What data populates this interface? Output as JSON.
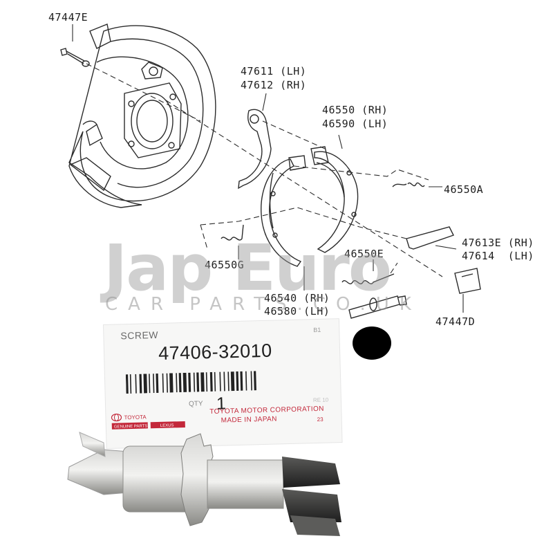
{
  "diagram": {
    "labels": {
      "p47447E": "47447E",
      "p47611": "47611 (LH)",
      "p47612": "47612 (RH)",
      "p46550": "46550 (RH)",
      "p46590": "46590 (LH)",
      "p46550A": "46550A",
      "p46550G": "46550G",
      "p46550E": "46550E",
      "p47613E": "47613E (RH)",
      "p47614": "47614  (LH)",
      "p46540": "46540 (RH)",
      "p46580": "46580 (LH)",
      "p47447D": "47447D"
    },
    "line_color": "#2b2b2b"
  },
  "watermark": {
    "main": "Jap Euro",
    "sub": "CAR PARTS.CO.UK",
    "color": "#969696"
  },
  "part_label": {
    "name": "SCREW",
    "corner_code": "B1",
    "part_number": "47406-32010",
    "qty_label": "QTY",
    "qty": "1",
    "ref": "RE 10",
    "brand_1": "TOYOTA",
    "brand_2": "GENUINE PARTS",
    "brand_3": "LEXUS",
    "corporation": "TOYOTA MOTOR CORPORATION",
    "made_in": "MADE IN JAPAN",
    "small_code": "23",
    "brand_color": "#c3283a"
  },
  "icons": {
    "redaction": "black-dot",
    "part": "brake-adjuster-photo"
  }
}
